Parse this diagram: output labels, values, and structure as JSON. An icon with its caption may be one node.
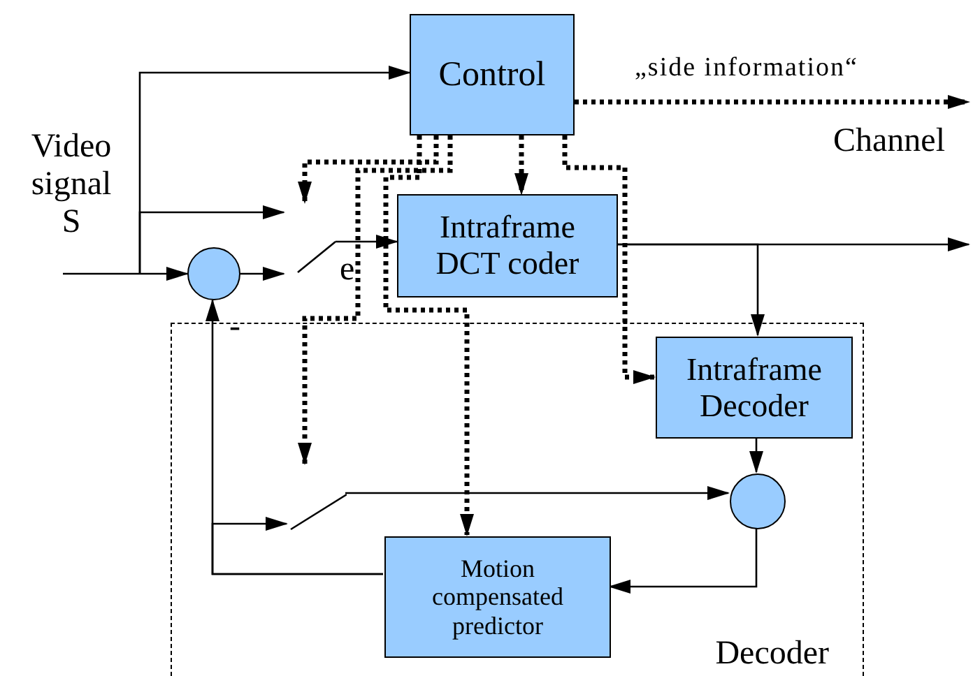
{
  "diagram": {
    "nodes": [
      {
        "text": [
          "Control"
        ]
      },
      {
        "text": [
          "Intraframe DCT coder"
        ]
      },
      {
        "text": [],
        "shape": "circle"
      },
      {
        "text": [],
        "shape": "switch"
      },
      {
        "text": [
          "Decoder"
        ]
      },
      {
        "text": [
          "Intraframe Decoder"
        ],
        "in": 4
      },
      {
        "text": [],
        "shape": "circle",
        "in": 4
      },
      {
        "text": [],
        "shape": "switch",
        "in": 4
      },
      {
        "text": [
          "Motion compensated predictor"
        ],
        "in": 4
      }
    ],
    "edges": [
      {
        "from": null,
        "to": 2,
        "arrow": "to"
      },
      {
        "from": null,
        "to": 0,
        "arrow": "to"
      },
      {
        "from": null,
        "to": 3,
        "arrow": "to"
      },
      {
        "from": 2,
        "to": 3,
        "arrow": "to"
      },
      {
        "from": 0,
        "to": 3,
        "arrow": "to",
        "style": "dashed"
      },
      {
        "from": 3,
        "to": 1,
        "arrow": "to"
      },
      {
        "from": 0,
        "to": 1,
        "arrow": "to",
        "style": "dashed"
      },
      {
        "from": 0,
        "to": 8,
        "arrow": "to",
        "style": "dashed"
      },
      {
        "from": 0,
        "to": 5,
        "arrow": "to",
        "style": "dashed"
      },
      {
        "from": 0,
        "to": null,
        "arrow": "to",
        "style": "dashed",
        "label": "„side information“"
      },
      {
        "from": 1,
        "to": null,
        "arrow": "to"
      },
      {
        "from": 1,
        "to": 5,
        "arrow": "to"
      },
      {
        "from": 0,
        "to": 7,
        "arrow": "to",
        "style": "dashed"
      },
      {
        "from": 5,
        "to": 6,
        "arrow": "to"
      },
      {
        "from": 7,
        "to": 6,
        "arrow": "to"
      },
      {
        "from": 6,
        "to": 8,
        "arrow": "to"
      },
      {
        "from": 8,
        "to": 2,
        "arrow": "to"
      },
      {
        "from": 8,
        "to": 7,
        "arrow": "to"
      }
    ],
    "labels": [
      "Video signal S",
      "e",
      "Channel",
      "-"
    ]
  }
}
